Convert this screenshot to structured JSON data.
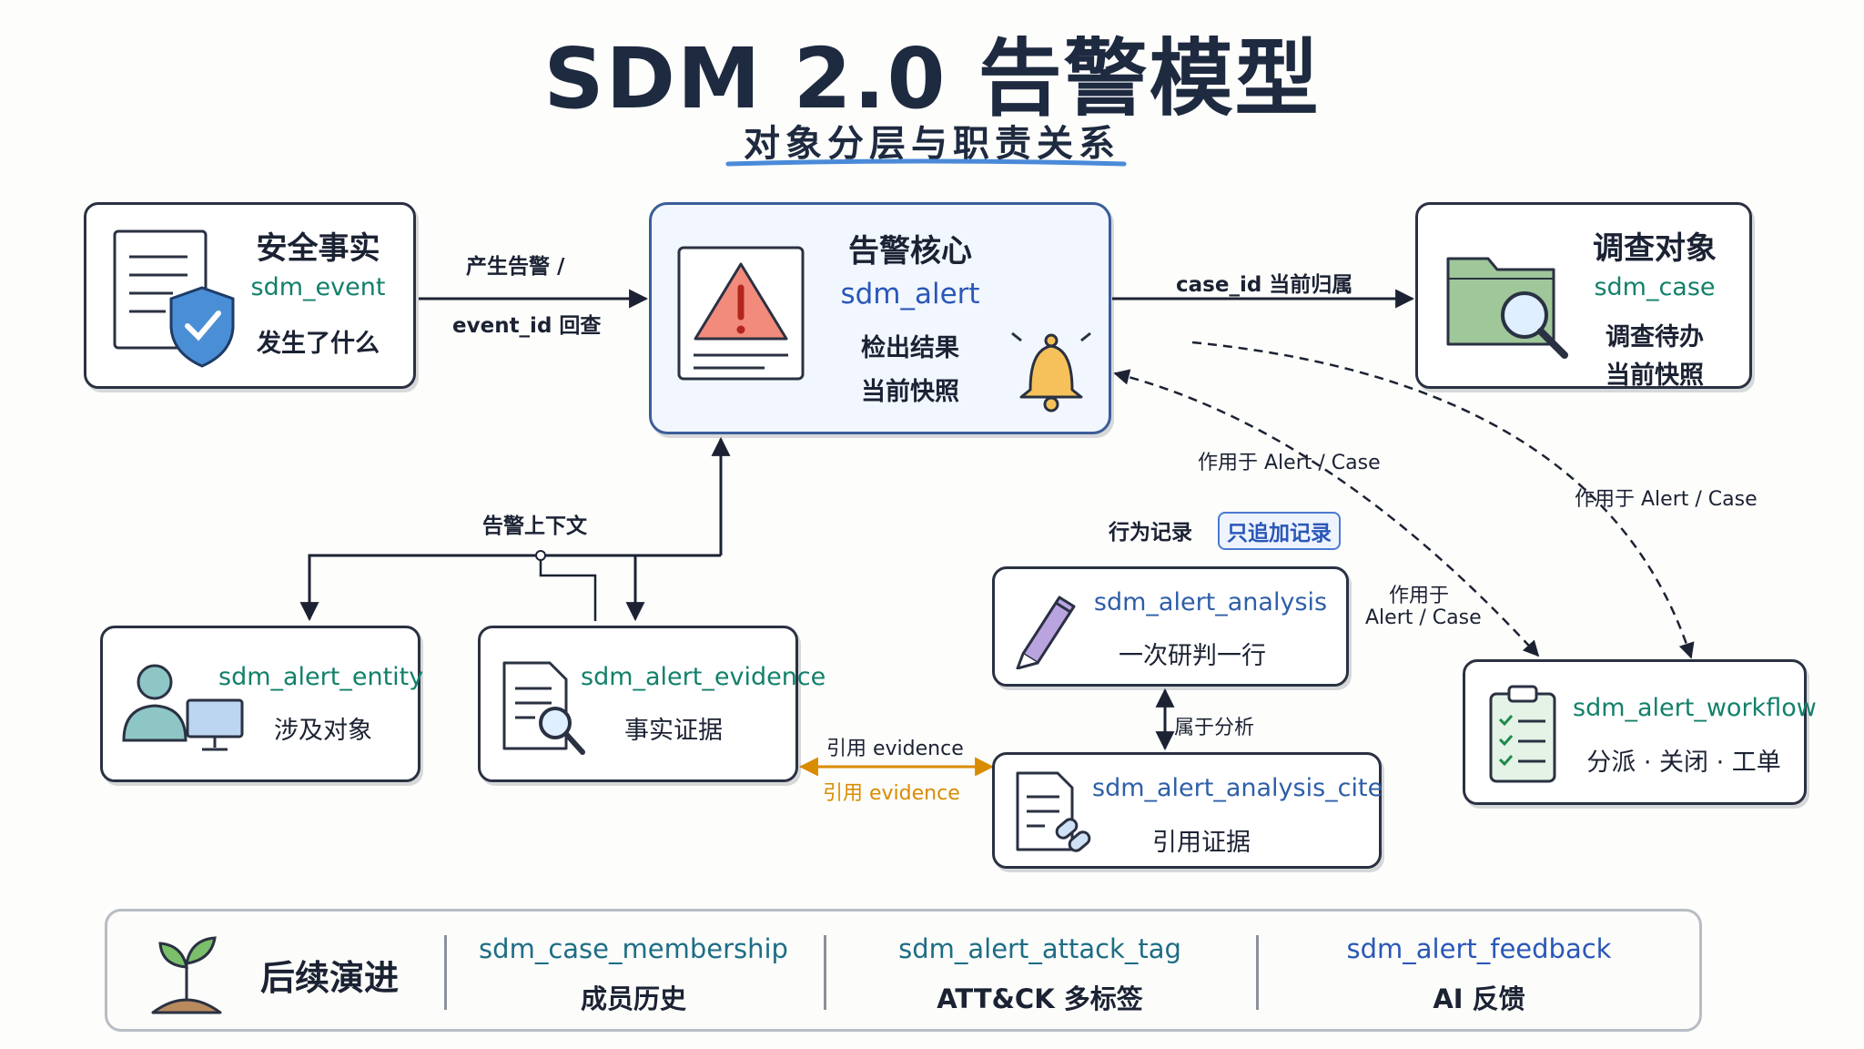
{
  "header": {
    "title": "SDM 2.0 告警模型",
    "subtitle": "对象分层与职责关系"
  },
  "nodes": {
    "event": {
      "title": "安全事实",
      "code": "sdm_event",
      "desc": "发生了什么"
    },
    "alert": {
      "title": "告警核心",
      "code": "sdm_alert",
      "desc1": "检出结果",
      "desc2": "当前快照"
    },
    "case": {
      "title": "调查对象",
      "code": "sdm_case",
      "desc1": "调查待办",
      "desc2": "当前快照"
    },
    "entity": {
      "code": "sdm_alert_entity",
      "desc": "涉及对象"
    },
    "evidence": {
      "code": "sdm_alert_evidence",
      "desc": "事实证据"
    },
    "analysis": {
      "code": "sdm_alert_analysis",
      "desc": "一次研判一行"
    },
    "analysis_cite": {
      "code": "sdm_alert_analysis_cite",
      "desc": "引用证据"
    },
    "workflow": {
      "code": "sdm_alert_workflow",
      "desc": "分派 · 关闭 · 工单"
    }
  },
  "edges": {
    "event_to_alert_1": "产生告警 /",
    "event_to_alert_2": "event_id 回查",
    "alert_to_case": "case_id 当前归属",
    "context": "告警上下文",
    "behavior": "行为记录",
    "append_only": "只追加记录",
    "applies_1": "作用于 Alert / Case",
    "applies_2": "作用于 Alert / Case",
    "applies_3a": "作用于",
    "applies_3b": "Alert / Case",
    "belongs": "属于分析",
    "cite_1": "引用 evidence",
    "cite_2": "引用 evidence"
  },
  "future": {
    "label": "后续演进",
    "items": [
      {
        "code": "sdm_case_membership",
        "desc": "成员历史"
      },
      {
        "code": "sdm_alert_attack_tag",
        "desc": "ATT&CK 多标签"
      },
      {
        "code": "sdm_alert_feedback",
        "desc": "AI 反馈"
      }
    ]
  },
  "icons": [
    "document-shield-icon",
    "warning-doc-icon",
    "bell-icon",
    "folder-search-icon",
    "user-computer-icon",
    "doc-search-icon",
    "pen-icon",
    "doc-link-icon",
    "clipboard-check-icon",
    "sprout-icon"
  ],
  "colors": {
    "green_code": "#12806a",
    "blue_code": "#2a57b8",
    "accent_orange": "#d98c00",
    "core_border": "#3b5d9a"
  }
}
